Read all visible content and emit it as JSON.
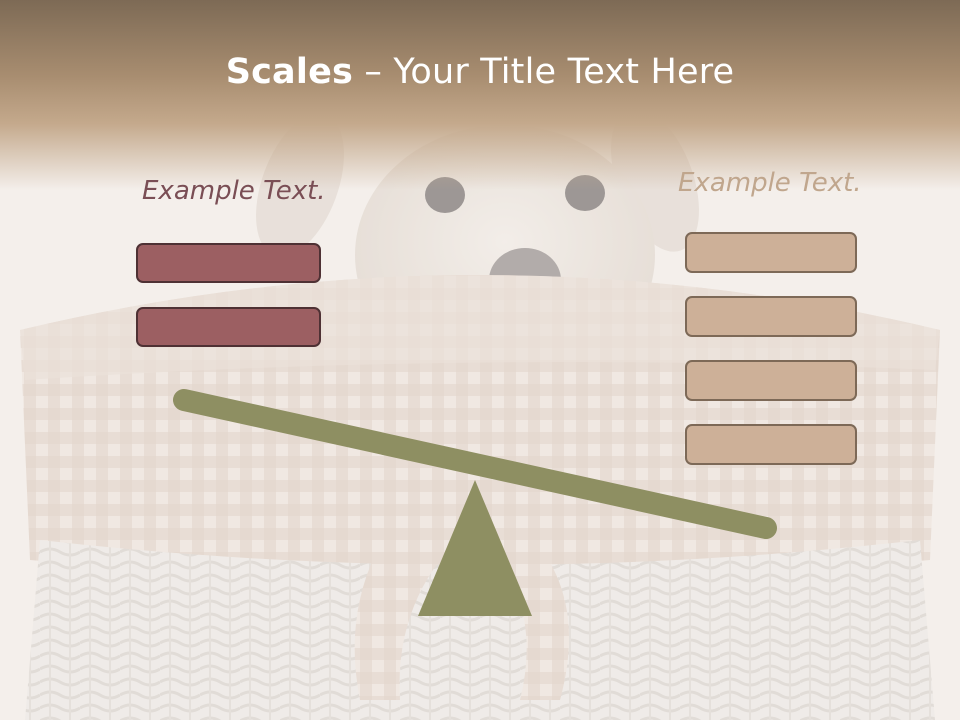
{
  "slide": {
    "title_bold": "Scales",
    "title_rest": " – Your Title Text Here",
    "left_caption": "Example Text.",
    "right_caption": "Example Text."
  },
  "colors": {
    "left_box_fill": "#9c5f62",
    "right_box_fill": "#cdb098",
    "scale_color": "#8e8f62",
    "title_color": "#ffffff"
  },
  "scale": {
    "left_items": 2,
    "right_items": 4
  }
}
